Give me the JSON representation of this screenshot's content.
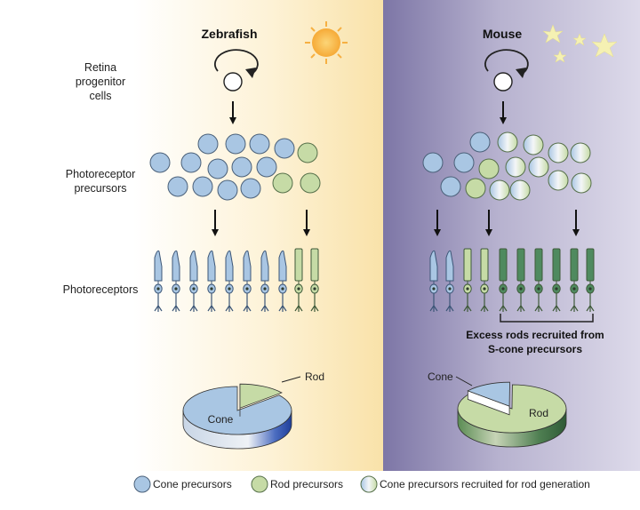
{
  "columns": {
    "left_title": "Zebrafish",
    "right_title": "Mouse"
  },
  "row_labels": {
    "progenitor_line1": "Retina",
    "progenitor_line2": "progenitor",
    "progenitor_line3": "cells",
    "precursor_line1": "Photoreceptor",
    "precursor_line2": "precursors",
    "photoreceptors": "Photoreceptors"
  },
  "annotation": {
    "line1": "Excess rods recruited from",
    "line2": "S-cone precursors"
  },
  "pies": {
    "zebrafish": {
      "cone_label": "Cone",
      "rod_label": "Rod",
      "rod_fraction": 0.14
    },
    "mouse": {
      "cone_label": "Cone",
      "rod_label": "Rod",
      "cone_fraction": 0.14
    }
  },
  "legend": {
    "cone": "Cone precursors",
    "rod": "Rod precursors",
    "recruited": "Cone precursors recruited for rod generation"
  },
  "colors": {
    "cone": "#a9c6e3",
    "rod": "#c6dba6",
    "rod_dark": "#4f8a5f",
    "warm_bg": "#fbe6b2",
    "night_bg": "#8f88b4",
    "sun": "#f8b542",
    "star": "#f4f0b0"
  }
}
